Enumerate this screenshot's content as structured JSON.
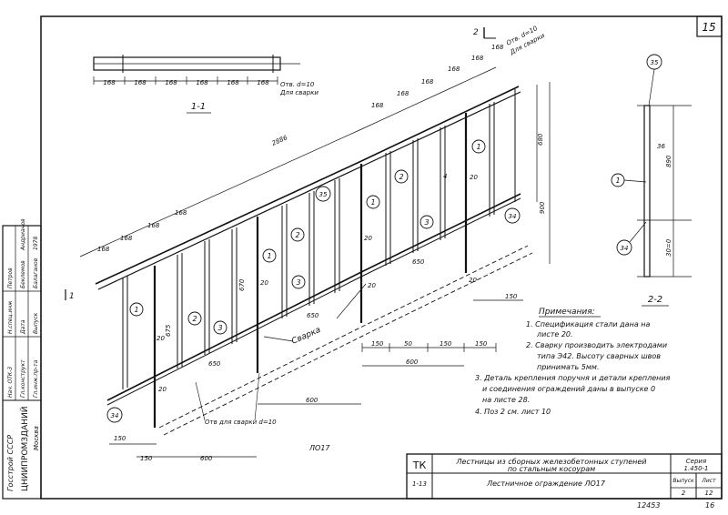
{
  "sheet": {
    "number": "15",
    "code": "ЛО17",
    "bottom_number": "12453",
    "bottom_right": "16"
  },
  "section_1_1": {
    "label": "1-1",
    "dims": [
      "168",
      "168",
      "168",
      "168",
      "168",
      "168"
    ],
    "hole_label": "Отв. d=10",
    "hole_sub": "Для сварки"
  },
  "main": {
    "top_dims_left": [
      "168",
      "168",
      "168",
      "168"
    ],
    "top_dims_right": [
      "168",
      "168",
      "168",
      "168",
      "168",
      "168"
    ],
    "overall": "2886",
    "hole_label": "Отв. d=10",
    "hole_sub": "Для сварки",
    "cut_mark": "2",
    "cut_left": "1",
    "callouts": {
      "c1a": "1",
      "c1b": "1",
      "c1c": "1",
      "c1d": "1",
      "c2a": "2",
      "c2b": "2",
      "c2c": "2",
      "c3a": "3",
      "c3b": "3",
      "c3c": "3",
      "c34a": "34",
      "c34b": "34",
      "c35": "35"
    },
    "dims": {
      "d680": "680",
      "d900": "900",
      "d670": "670",
      "d675": "675",
      "d4": "4",
      "d20a": "20",
      "d20b": "20",
      "d20c": "20",
      "d20d": "20",
      "d20e": "20",
      "d20f": "20",
      "d150a": "150",
      "d150b": "150",
      "d150c": "150",
      "d150d": "150",
      "d600a": "600",
      "d600b": "600",
      "d600c": "600",
      "d650a": "650",
      "d650b": "650",
      "d650c": "650",
      "d50": "50",
      "d150e": "150",
      "d150f": "150"
    },
    "weld_label": "Сварка",
    "bottom_hole": "Отв для сварки d=10"
  },
  "section_2_2": {
    "label": "2-2",
    "callout_top": "35",
    "callout_mid": "1",
    "callout_bot": "34",
    "d36": "36",
    "d890": "890",
    "d30": "30=0"
  },
  "notes": {
    "title": "Примечания:",
    "items": [
      "1. Спецификация стали дана на",
      "листе 20.",
      "2. Сварку производить электродами",
      "типа Э42. Высоту сварных швов",
      "принимать 5мм.",
      "3. Деталь крепления поручня и детали крепления",
      "и соединения ограждений даны в выпуске 0",
      "на листе 28.",
      "4. Поз 2 см. лист 10"
    ]
  },
  "titleblock": {
    "tk": "ТК",
    "title_line1": "Лестницы из сборных железобетонных ступеней",
    "title_line2": "по стальным косоурам",
    "sheet_code": "Лестничное ограждение ЛО17",
    "dept": "1-13",
    "series_label": "Серия",
    "series_value": "1.450-1",
    "issue_label": "Выпуск",
    "issue_value": "2",
    "list_label": "Лист",
    "list_value": "12"
  },
  "stamp": {
    "org": "Госстрой СССР",
    "institute": "ЦНИИПРОМЗДАНИЙ",
    "city": "Москва",
    "roles": [
      "Нач. ОТК-3",
      "Гл.конструкт",
      "Гл.инж.пр-та",
      "Н.спец.инж"
    ],
    "names": [
      "Петров",
      "Беклемов",
      "Балаганов",
      "Андрианов"
    ],
    "date_label": "Дата",
    "issue_label": "Выпуск",
    "year": "1978"
  }
}
